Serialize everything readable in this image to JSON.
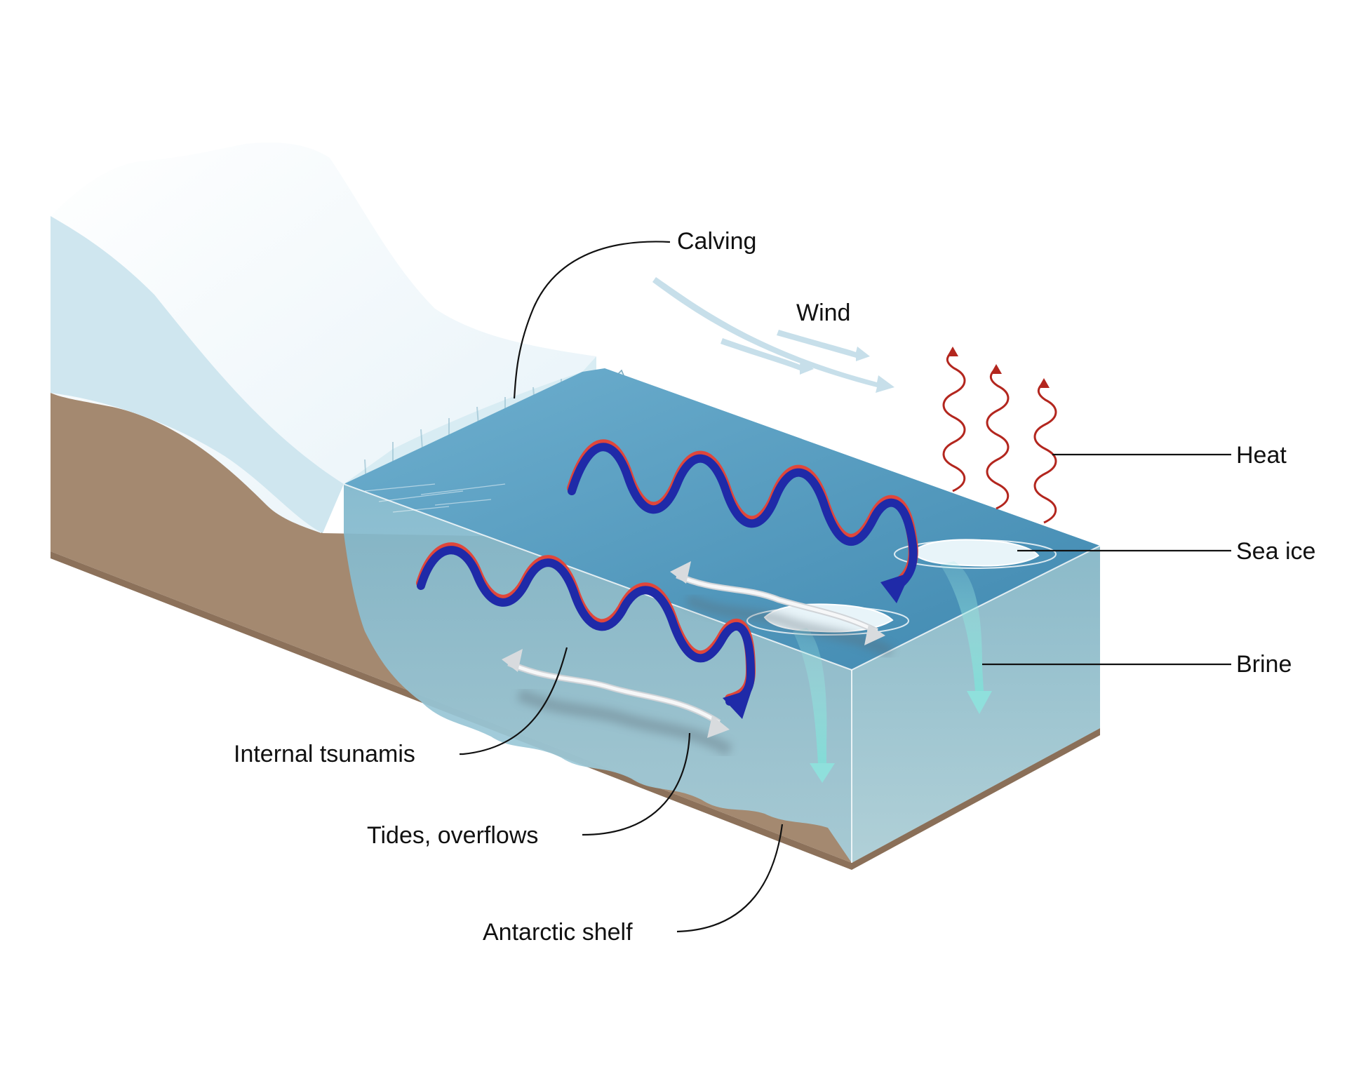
{
  "labels": {
    "calving": "Calving",
    "wind": "Wind",
    "heat": "Heat",
    "sea_ice": "Sea ice",
    "brine": "Brine",
    "internal_tsunamis": "Internal tsunamis",
    "tides_overflows": "Tides, overflows",
    "antarctic_shelf": "Antarctic shelf"
  },
  "colors": {
    "ice_shelf_top": "#f3f9fc",
    "ice_shelf_face": "#cfe6ef",
    "seabed": "#a48970",
    "ocean_surface": "#4f97bb",
    "ocean_front": "#8fc2d6",
    "ocean_side": "#7fb2c8",
    "wave_blue": "#1f2aa8",
    "wave_red": "#e0463a",
    "heat_arrow": "#b3261e",
    "wind_arrow": "#c7dfea",
    "brine_plume": "#8fe0dc",
    "tide_arrow": "#e9ecef",
    "leader_line": "#111111"
  }
}
